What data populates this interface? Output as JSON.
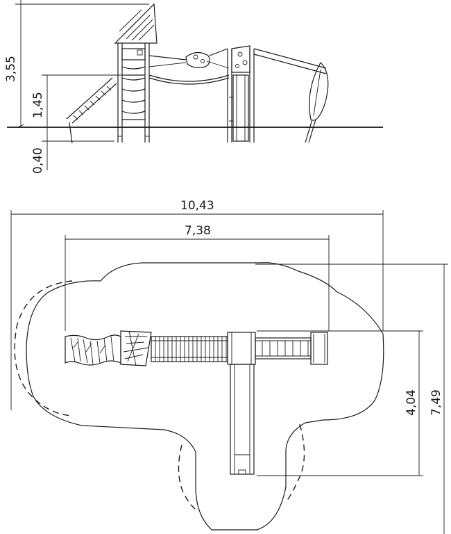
{
  "elevation": {
    "dimensions": {
      "total_height": "3,55",
      "platform_height": "1,45",
      "foundation_depth": "0,40"
    }
  },
  "plan": {
    "dimensions": {
      "overall_length": "10,43",
      "equipment_length": "7,38",
      "equipment_width": "4,04",
      "overall_width": "7,49"
    }
  }
}
